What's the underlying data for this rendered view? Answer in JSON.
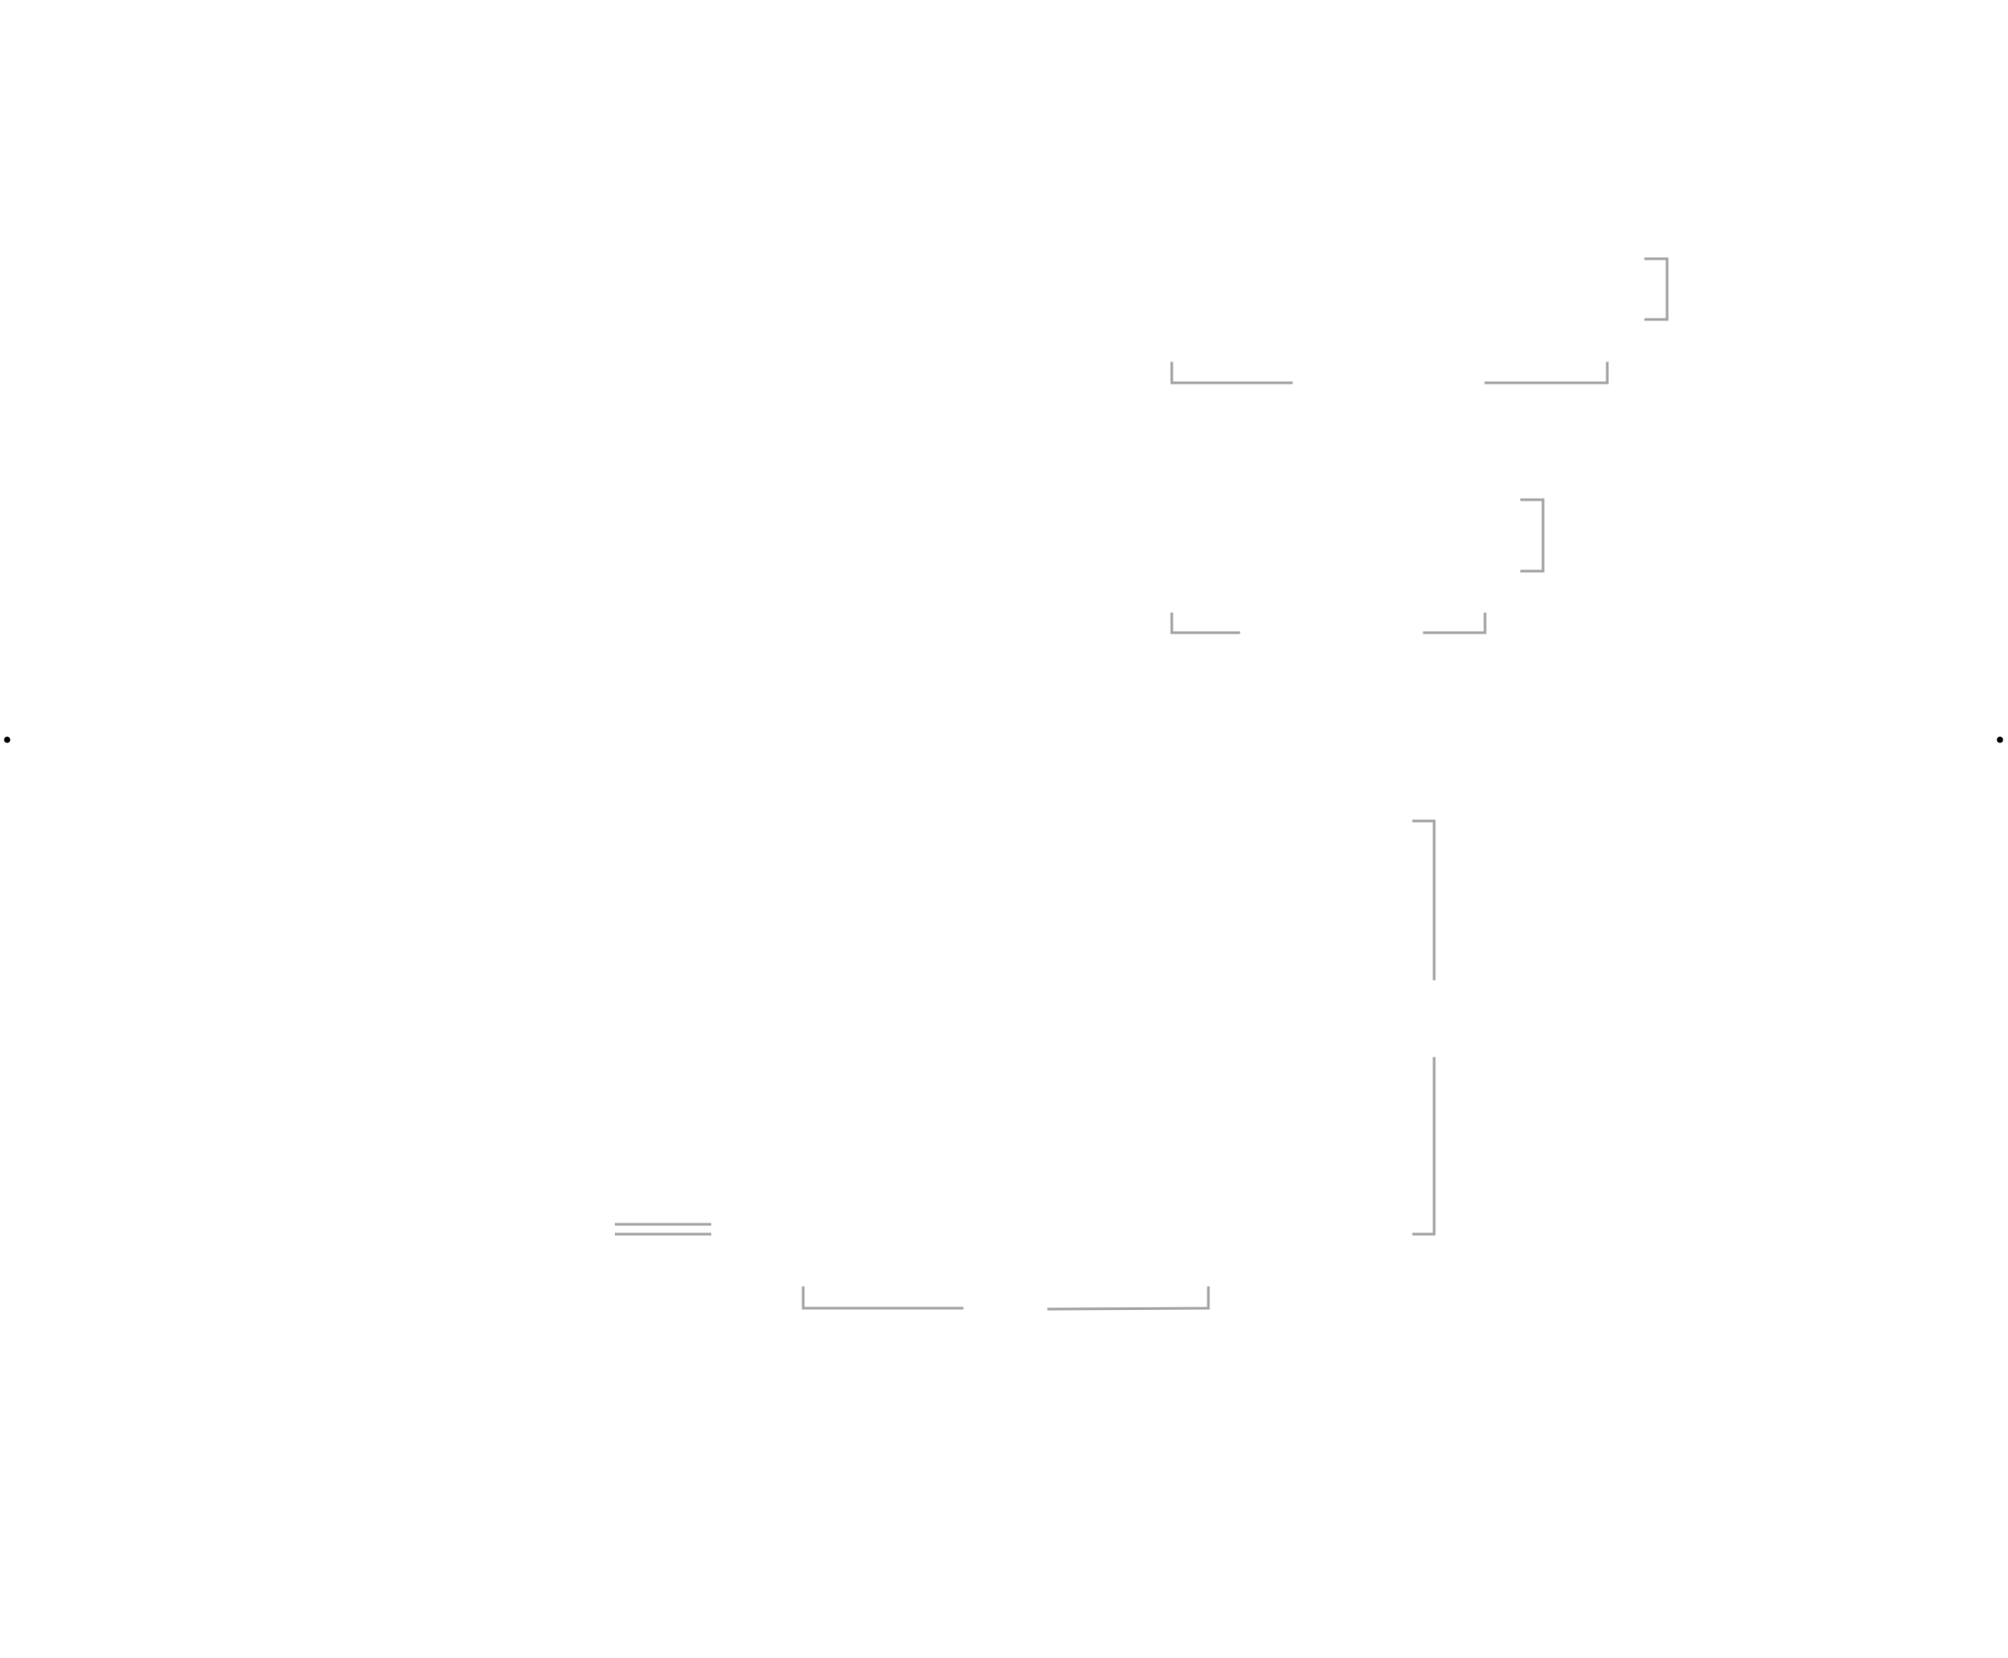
{
  "diagram": {
    "line_color": "#a6a6a6",
    "dot_color": "#000000",
    "background": "#ffffff",
    "text_labels": [],
    "elements": [
      "corner-bracket",
      "corner-bracket",
      "corner-bracket",
      "corner-bracket",
      "corner-bracket",
      "corner-bracket",
      "corner-bracket",
      "vertical-bracket",
      "double-rule",
      "anchor-dot",
      "anchor-dot"
    ]
  }
}
